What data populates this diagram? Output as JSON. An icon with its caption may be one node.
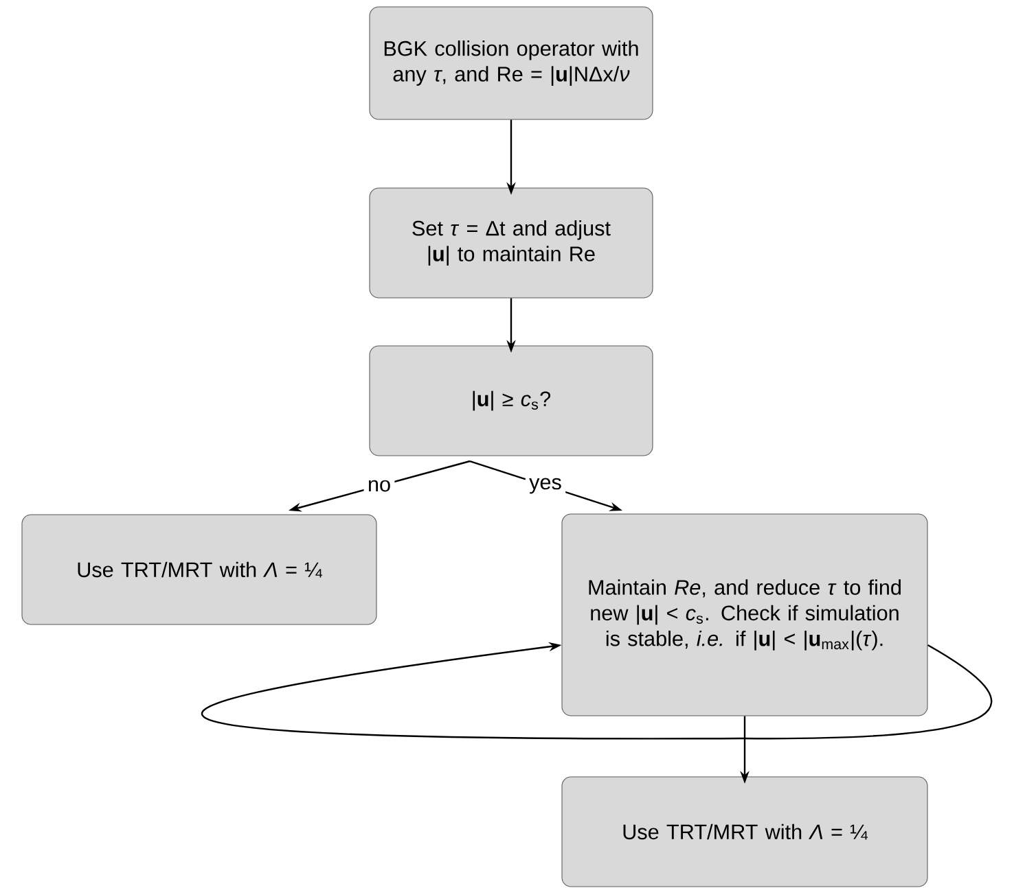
{
  "diagram": {
    "nodes": [
      {
        "text": [
          "BGK collision operator with any *τ*, and Re = |**u**|NΔx/*ν*"
        ]
      },
      {
        "text": [
          "Set *τ* = Δt and adjust |**u**| to maintain Re"
        ]
      },
      {
        "text": [
          "|**u**| ≥ *c*$_{s}$?"
        ]
      },
      {
        "text": [
          "Use TRT/MRT with *Λ* = ¼"
        ]
      },
      {
        "text": [
          "Maintain *Re*, and reduce *τ* to find new |**u**| < *c*$_{s}$. Check if simulation is stable, *i.e.* if |**u**| < |**u**$_{max}$|(*τ*)."
        ]
      },
      {
        "text": [
          "Use TRT/MRT with *Λ* = ¼"
        ]
      }
    ],
    "edges": [
      {
        "from": 0,
        "to": 1,
        "arrow": "to"
      },
      {
        "from": 1,
        "to": 2,
        "arrow": "to"
      },
      {
        "from": 2,
        "to": 3,
        "arrow": "to",
        "label": "no"
      },
      {
        "from": 2,
        "to": 4,
        "arrow": "to",
        "label": "yes"
      },
      {
        "from": 4,
        "to": 5,
        "arrow": "to"
      },
      {
        "from": 4,
        "to": 4,
        "arrow": "to"
      }
    ]
  }
}
